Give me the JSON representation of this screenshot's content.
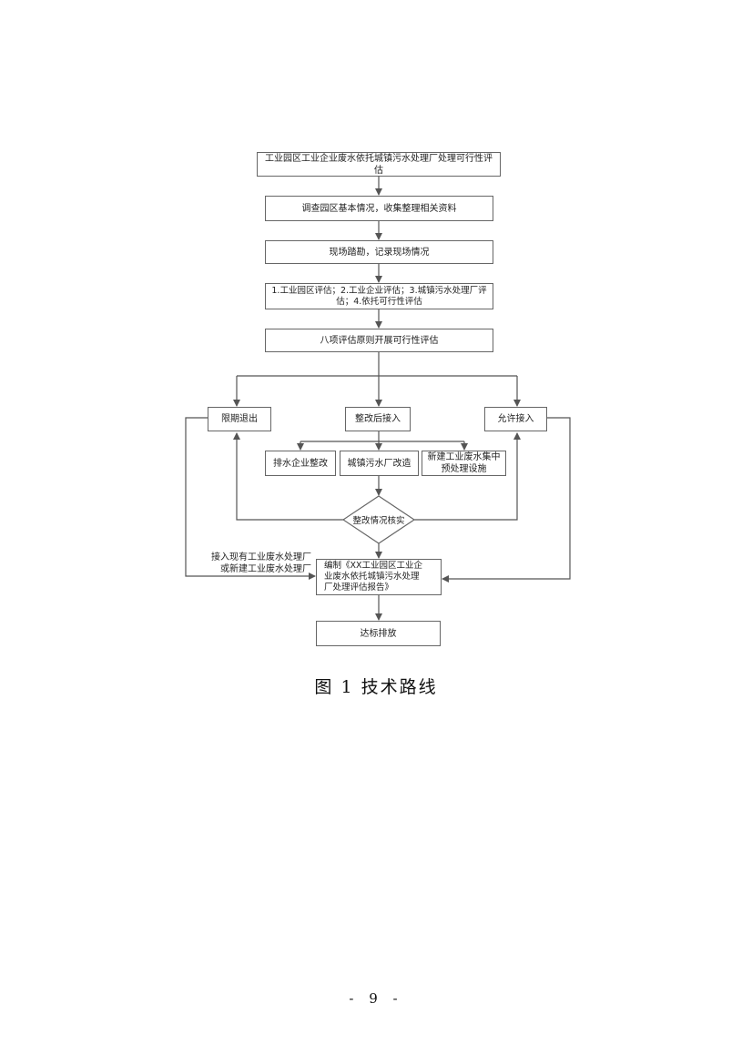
{
  "nodes": {
    "title": "工业园区工业企业废水依托城镇污水处理厂处理可行性评估",
    "survey": "调查园区基本情况，收集整理相关资料",
    "site": "现场踏勘，记录现场情况",
    "assess": "1.工业园区评估；2.工业企业评估；3.城镇污水处理厂评\n估；4.依托可行性评估",
    "eight": "八项评估原则开展可行性评估",
    "exit": "限期退出",
    "rectify": "整改后接入",
    "allow": "允许接入",
    "sub1": "排水企业整改",
    "sub2": "城镇污水厂改造",
    "sub3": "新建工业废水集中\n预处理设施",
    "verify": "整改情况核实",
    "report": "编制《XX工业园区工业企\n业废水依托城镇污水处理\n厂处理评估报告》",
    "discharge": "达标排放"
  },
  "side_note": "接入现有工业废水处理厂\n或新建工业废水处理厂",
  "caption": "图 1  技术路线",
  "page_number": "- 9 -"
}
